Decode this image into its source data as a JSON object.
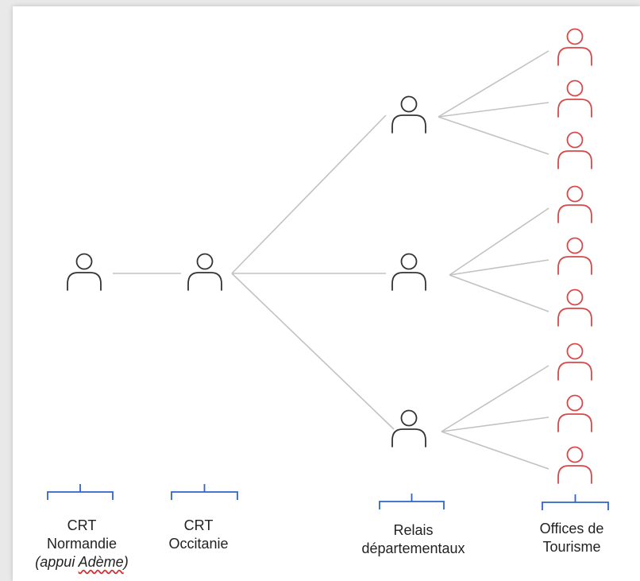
{
  "colors": {
    "background": "#ffffff",
    "connector": "#c2c2c2",
    "person_dark": "#333333",
    "person_red": "#d94848",
    "bracket": "#2f64c8"
  },
  "nodes": {
    "crt_normandie": {
      "icon": "person-icon",
      "color": "dark"
    },
    "crt_occitanie": {
      "icon": "person-icon",
      "color": "dark"
    },
    "relais": [
      {
        "icon": "person-icon",
        "color": "dark"
      },
      {
        "icon": "person-icon",
        "color": "dark"
      },
      {
        "icon": "person-icon",
        "color": "dark"
      }
    ],
    "offices_per_relais": 3,
    "offices_icon": {
      "icon": "person-icon",
      "color": "red"
    }
  },
  "labels": {
    "crt_normandie": {
      "line1": "CRT",
      "line2": "Normandie",
      "note_prefix": "(appui ",
      "note_word": "Adème",
      "note_suffix": ")"
    },
    "crt_occitanie": {
      "line1": "CRT",
      "line2": "Occitanie"
    },
    "relais": {
      "line1": "Relais",
      "line2": "départementaux"
    },
    "offices": {
      "line1": "Offices de",
      "line2": "Tourisme"
    }
  }
}
